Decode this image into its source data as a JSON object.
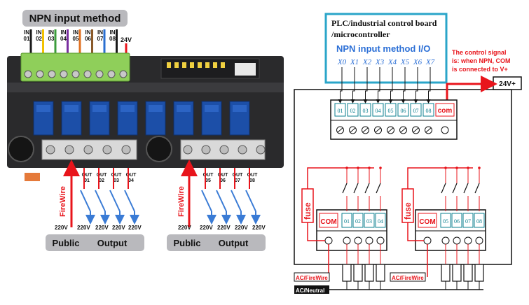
{
  "left_panel": {
    "title": "NPN input method",
    "in_labels": [
      "IN\n01",
      "IN\n02",
      "IN\n03",
      "IN\n04",
      "IN\n05",
      "IN\n06",
      "IN\n07",
      "IN\n08"
    ],
    "in_colors": [
      "#1a1a1a",
      "#f2c200",
      "#3c9c3c",
      "#7a2fa0",
      "#e07020",
      "#8a5a2a",
      "#2a6fd0",
      "#1a1a1a"
    ],
    "supply_label": "24V",
    "firewire_label": "FireWire",
    "out_labels_1": [
      "OUT\n01",
      "OUT\n02",
      "OUT\n03",
      "OUT\n04"
    ],
    "out_labels_2": [
      "OUT\n05",
      "OUT\n06",
      "OUT\n07",
      "OUT\n08"
    ],
    "voltage_label": "220V",
    "public_label": "Public",
    "output_label": "Output"
  },
  "right_panel": {
    "plc_title_line1": "PLC/industrial control board",
    "plc_title_line2": "/microcontroller",
    "npn_io_label": "NPN input method I/O",
    "x_inputs": [
      "X0",
      "X1",
      "X2",
      "X3",
      "X4",
      "X5",
      "X6",
      "X7"
    ],
    "control_note": [
      "The control signal",
      "is: when NPN, COM",
      "is connected to V+"
    ],
    "supply_label": "24V+",
    "input_terminals": [
      "01",
      "02",
      "03",
      "04",
      "05",
      "06",
      "07",
      "08"
    ],
    "com_input": "com",
    "fuse_label": "fuse",
    "com_output": "COM",
    "out_group_1": [
      "01",
      "02",
      "03",
      "04"
    ],
    "out_group_2": [
      "05",
      "06",
      "07",
      "08"
    ],
    "ac_firewire": "AC/FireWire",
    "ac_neutral": "AC/Neutral"
  },
  "colors": {
    "accent_red": "#e8141b",
    "plc_border": "#2aa5c9",
    "npn_blue": "#2b6fd6",
    "terminal_teal": "#0b7f8f",
    "relay_blue": "#1c4fa8",
    "board_green": "#8fcf5a",
    "dark_module": "#2a2a2c",
    "pill_grey": "#b9b9bd"
  }
}
